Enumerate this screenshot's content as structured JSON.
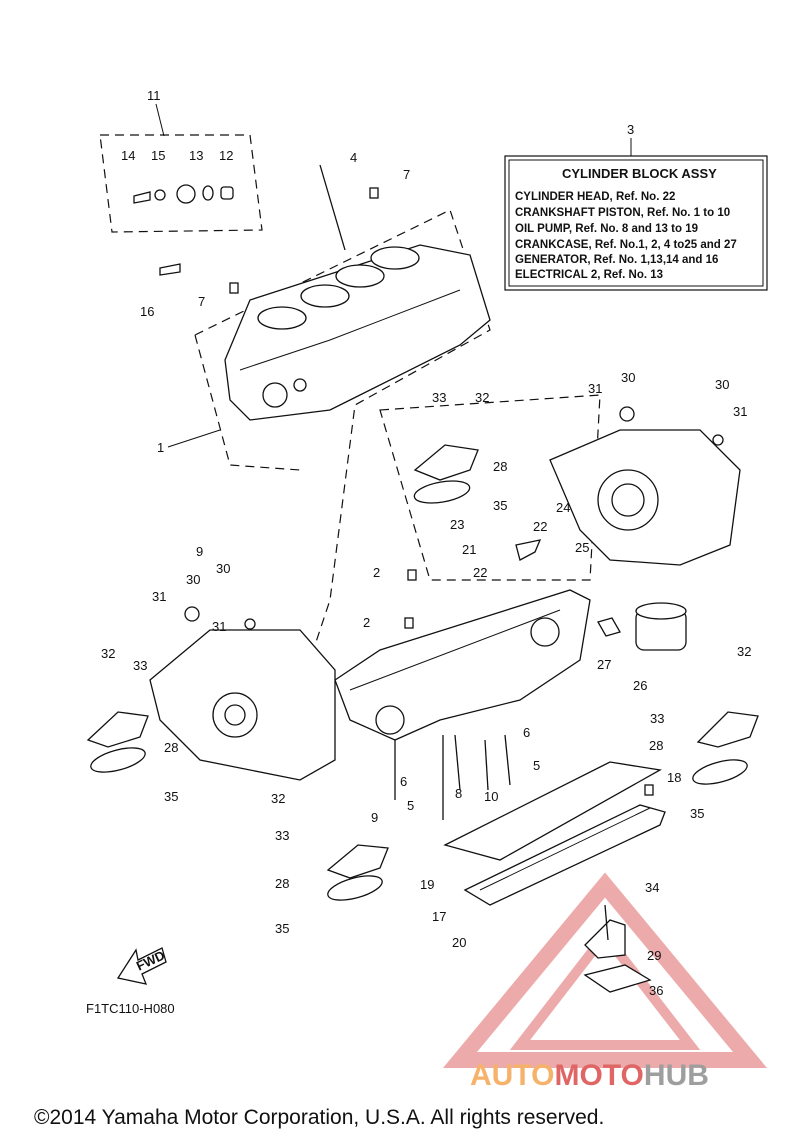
{
  "diagram": {
    "info_box": {
      "callout": "3",
      "title": "CYLINDER BLOCK ASSY",
      "lines": [
        "CYLINDER HEAD, Ref. No. 22",
        "CRANKSHAFT PISTON, Ref. No. 1 to 10",
        "OIL PUMP, Ref. No. 8 and 13 to 19",
        "CRANKCASE, Ref. No.1, 2, 4 to25 and 27",
        "GENERATOR, Ref. No. 1,13,14 and 16",
        "ELECTRICAL 2, Ref. No. 13"
      ]
    },
    "callouts": [
      "11",
      "14",
      "15",
      "13",
      "12",
      "16",
      "4",
      "7",
      "7",
      "1",
      "33",
      "32",
      "28",
      "35",
      "31",
      "30",
      "30",
      "31",
      "23",
      "22",
      "24",
      "21",
      "25",
      "22",
      "9",
      "30",
      "31",
      "30",
      "31",
      "2",
      "2",
      "27",
      "26",
      "33",
      "32",
      "28",
      "35",
      "32",
      "33",
      "28",
      "35",
      "6",
      "6",
      "5",
      "5",
      "8",
      "10",
      "9",
      "18",
      "19",
      "17",
      "20",
      "32",
      "33",
      "28",
      "35",
      "34",
      "29",
      "36"
    ],
    "part_code": "F1TC110-H080",
    "fwd_label": "FWD",
    "copyright": "©2014 Yamaha Motor Corporation, U.S.A. All rights reserved."
  },
  "watermark": {
    "text_auto": "AUTO",
    "text_moto": "MOTO",
    "text_hub": "HUB",
    "colors": {
      "auto": "#f6b26b",
      "moto": "#e06666",
      "hub": "#9e9e9e",
      "triangle": "#e06666"
    }
  }
}
